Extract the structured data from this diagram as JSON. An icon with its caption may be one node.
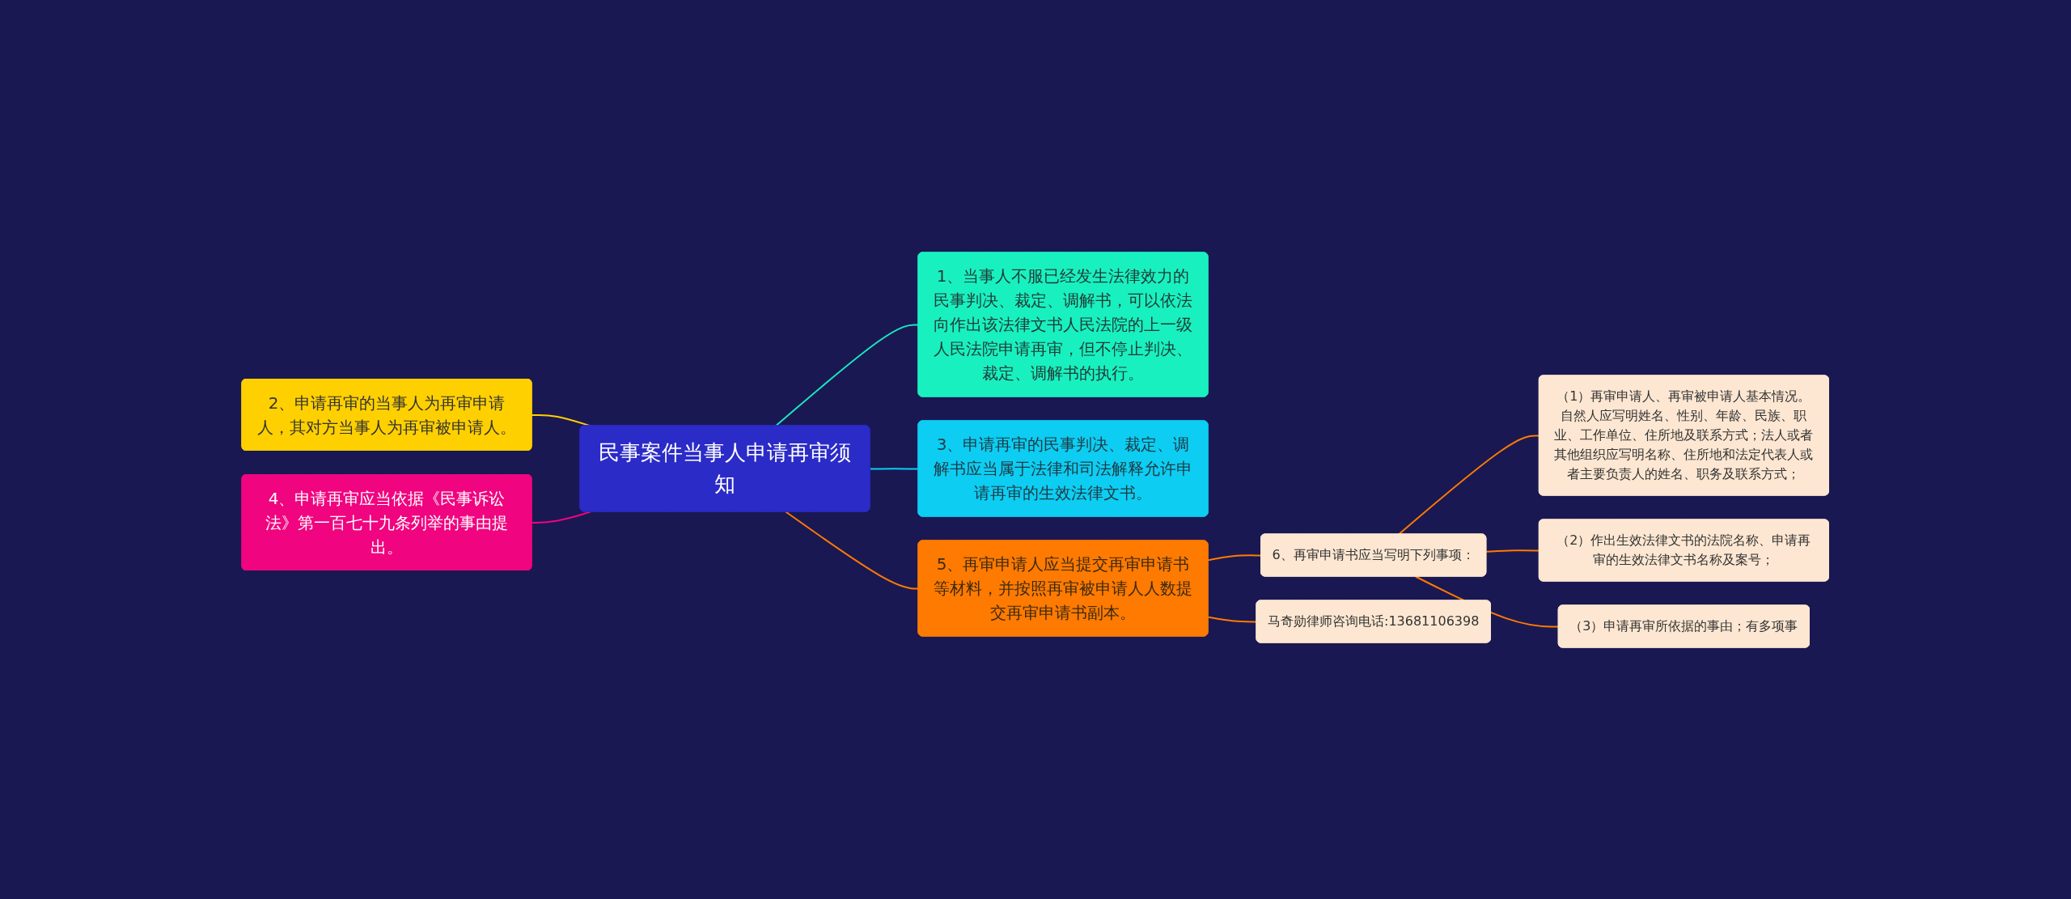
{
  "diagram": {
    "nodes": [
      {
        "text": [
          "民事案件当事人申请再审须知"
        ]
      },
      {
        "text": [
          "2、申请再审的当事人为再审申请人，其对方当事人为再审被申请人。"
        ]
      },
      {
        "text": [
          "4、申请再审应当依据《民事诉讼法》第一百七十九条列举的事由提出。"
        ]
      },
      {
        "text": [
          "1、当事人不服已经发生法律效力的民事判决、裁定、调解书，可以依法向作出该法律文书人民法院的上一级人民法院申请再审，但不停止判决、裁定、调解书的执行。"
        ]
      },
      {
        "text": [
          "3、申请再审的民事判决、裁定、调解书应当属于法律和司法解释允许申请再审的生效法律文书。"
        ]
      },
      {
        "text": [
          "5、再审申请人应当提交再审申请书等材料，并按照再审被申请人人数提交再审申请书副本。"
        ]
      },
      {
        "text": [
          "6、再审申请书应当写明下列事项："
        ]
      },
      {
        "text": [
          "（1）再审申请人、再审被申请人基本情况。自然人应写明姓名、性别、年龄、民族、职业、工作单位、住所地及联系方式；法人或者其他组织应写明名称、住所地和法定代表人或者主要负责人的姓名、职务及联系方式；"
        ]
      },
      {
        "text": [
          "（2）作出生效法律文书的法院名称、申请再审的生效法律文书名称及案号；"
        ]
      },
      {
        "text": [
          "（3）申请再审所依据的事由；有多项事"
        ]
      },
      {
        "text": [
          "马奇勋律师咨询电话:13681106398"
        ]
      }
    ],
    "edges": [
      {
        "from": 0,
        "to": 1,
        "arrow": "none",
        "color": "#ffd000"
      },
      {
        "from": 0,
        "to": 2,
        "arrow": "none",
        "color": "#f0047f"
      },
      {
        "from": 0,
        "to": 3,
        "arrow": "none",
        "color": "#19e8c0"
      },
      {
        "from": 0,
        "to": 4,
        "arrow": "none",
        "color": "#0dcdf2"
      },
      {
        "from": 0,
        "to": 5,
        "arrow": "none"
      },
      {
        "from": 5,
        "to": 6,
        "arrow": "none"
      },
      {
        "from": 5,
        "to": 10,
        "arrow": "none"
      },
      {
        "from": 6,
        "to": 7,
        "arrow": "none"
      },
      {
        "from": 6,
        "to": 8,
        "arrow": "none"
      },
      {
        "from": 6,
        "to": 9,
        "arrow": "none"
      }
    ]
  }
}
